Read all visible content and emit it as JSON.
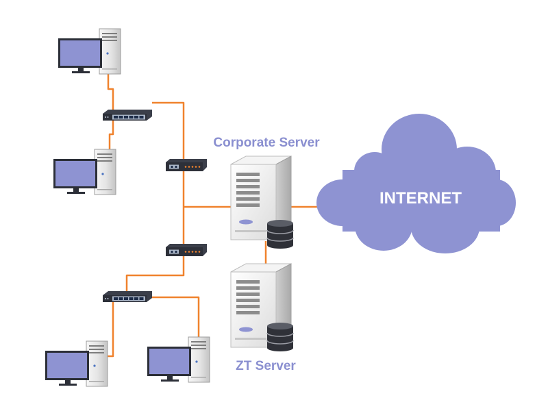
{
  "labels": {
    "corporate_server": "Corporate Server",
    "zt_server": "ZT Server",
    "internet": "INTERNET"
  },
  "colors": {
    "cable": "#f0822d",
    "label": "#8a8fd0",
    "cloud": "#8e93d2",
    "monitor_screen": "#8e93d2",
    "device_body": "#3b3f4a"
  },
  "icons": {
    "workstation": "desktop-computer-icon",
    "switch": "network-switch-icon",
    "router": "router-icon",
    "server": "server-tower-icon",
    "database": "database-icon",
    "cloud": "cloud-icon"
  }
}
